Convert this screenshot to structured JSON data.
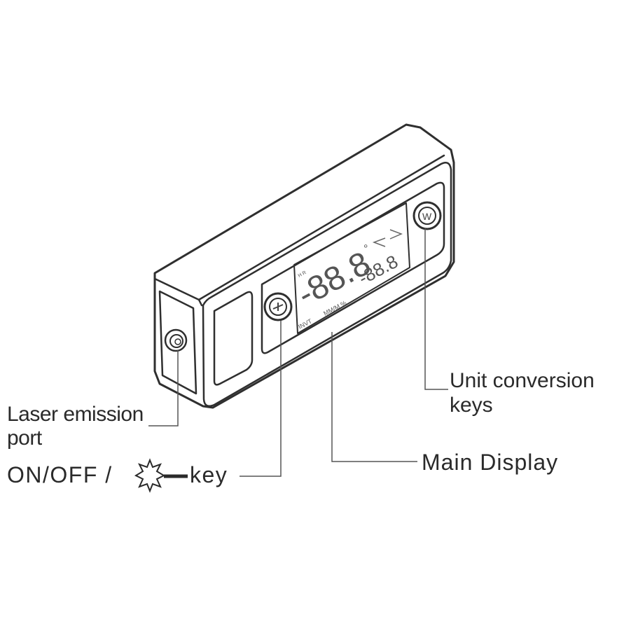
{
  "callouts": {
    "unit_keys": "Unit conversion\nkeys",
    "laser_port": "Laser emission\nport",
    "main_display": "Main Display",
    "onoff_prefix": "ON/OFF /",
    "onoff_suffix": "key"
  },
  "device": {
    "lcd_main_digits": "-88.8",
    "lcd_degree": "°",
    "lcd_sub_digits": "-88.8",
    "lcd_unit_text": "MM/M  %",
    "lcd_invt": "INVT",
    "lcd_hold": "H  R",
    "unit_key_letter": "W"
  },
  "colors": {
    "line": "#2f2f2f",
    "leader": "#555555",
    "text": "#2a2a2a"
  }
}
